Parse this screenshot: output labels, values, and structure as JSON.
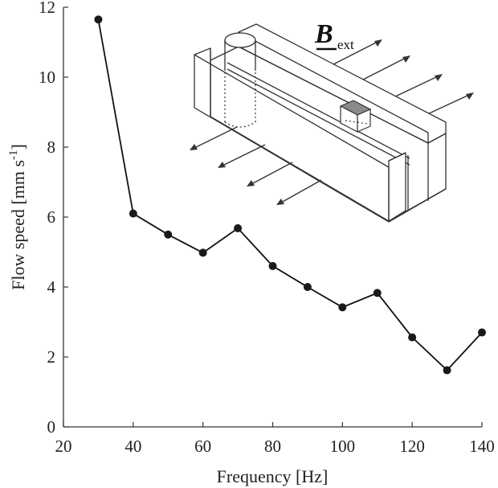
{
  "chart_data": {
    "type": "line",
    "title": "",
    "xlabel": "Frequency [Hz]",
    "ylabel_main": "Flow speed [mm s",
    "ylabel_sup": "-1",
    "ylabel_end": "]",
    "xlim": [
      20,
      140
    ],
    "ylim": [
      0,
      12
    ],
    "xticks": [
      20,
      40,
      60,
      80,
      100,
      120,
      140
    ],
    "yticks": [
      0,
      2,
      4,
      6,
      8,
      10,
      12
    ],
    "grid": false,
    "series": [
      {
        "x": [
          30,
          40,
          50,
          60,
          70,
          80,
          90,
          100,
          110,
          120,
          130,
          140
        ],
        "y": [
          11.65,
          6.1,
          5.5,
          4.98,
          5.68,
          4.6,
          4.0,
          3.42,
          3.83,
          2.56,
          1.62,
          2.7
        ]
      }
    ],
    "inset": {
      "field_label": "B",
      "field_subscript": "ext"
    }
  }
}
